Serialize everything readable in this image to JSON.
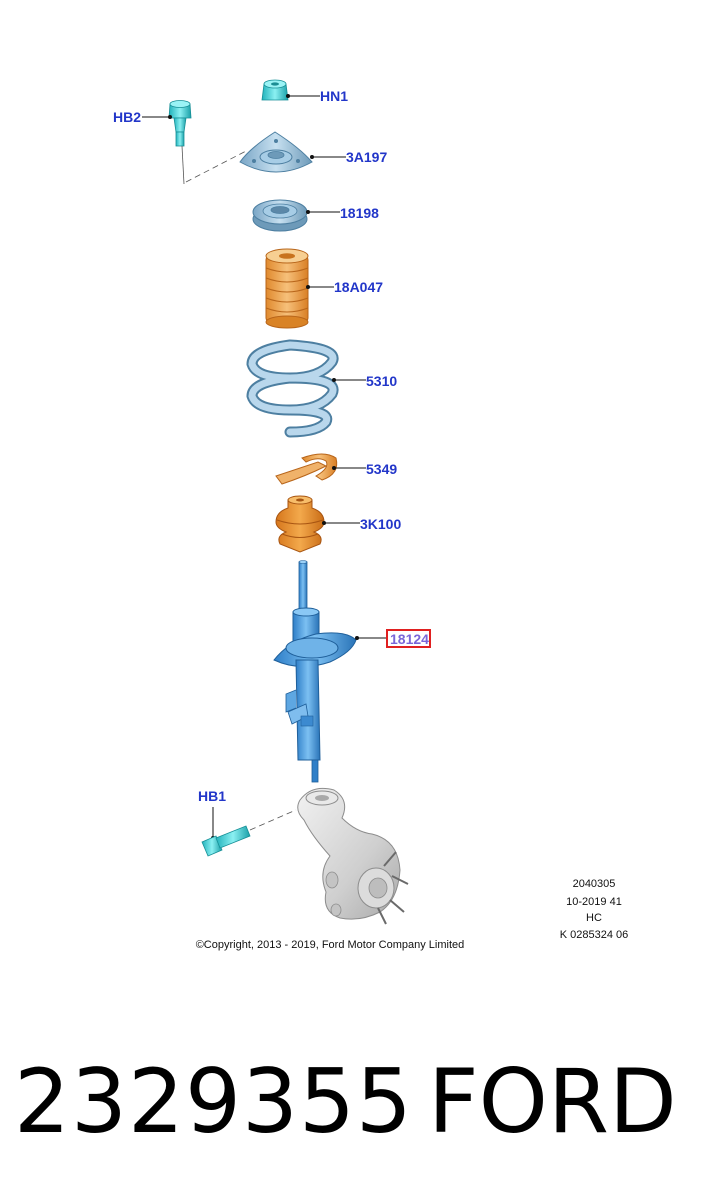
{
  "diagram": {
    "callouts": {
      "hn1": "HN1",
      "hb2": "HB2",
      "mount": "3A197",
      "bearing": "18198",
      "boot": "18A047",
      "spring": "5310",
      "seat": "5349",
      "bumper": "3K100",
      "strut": "18124",
      "hb1": "HB1"
    },
    "highlighted_part": "18124",
    "highlight_color": "#e02020",
    "info_lines": [
      "2040305",
      "10-2019 41",
      "HC",
      "K 0285324 06"
    ],
    "copyright": "©Copyright, 2013 - 2019, Ford Motor Company Limited"
  },
  "footer": {
    "part_number": "2329355",
    "brand": "FORD"
  },
  "colors": {
    "callout_text": "#2236c9",
    "steel_blue": "#8fb8d8",
    "cyan_bolt": "#3fd1d8",
    "orange_boot": "#eea24a",
    "strut_blue": "#4a9be0"
  }
}
